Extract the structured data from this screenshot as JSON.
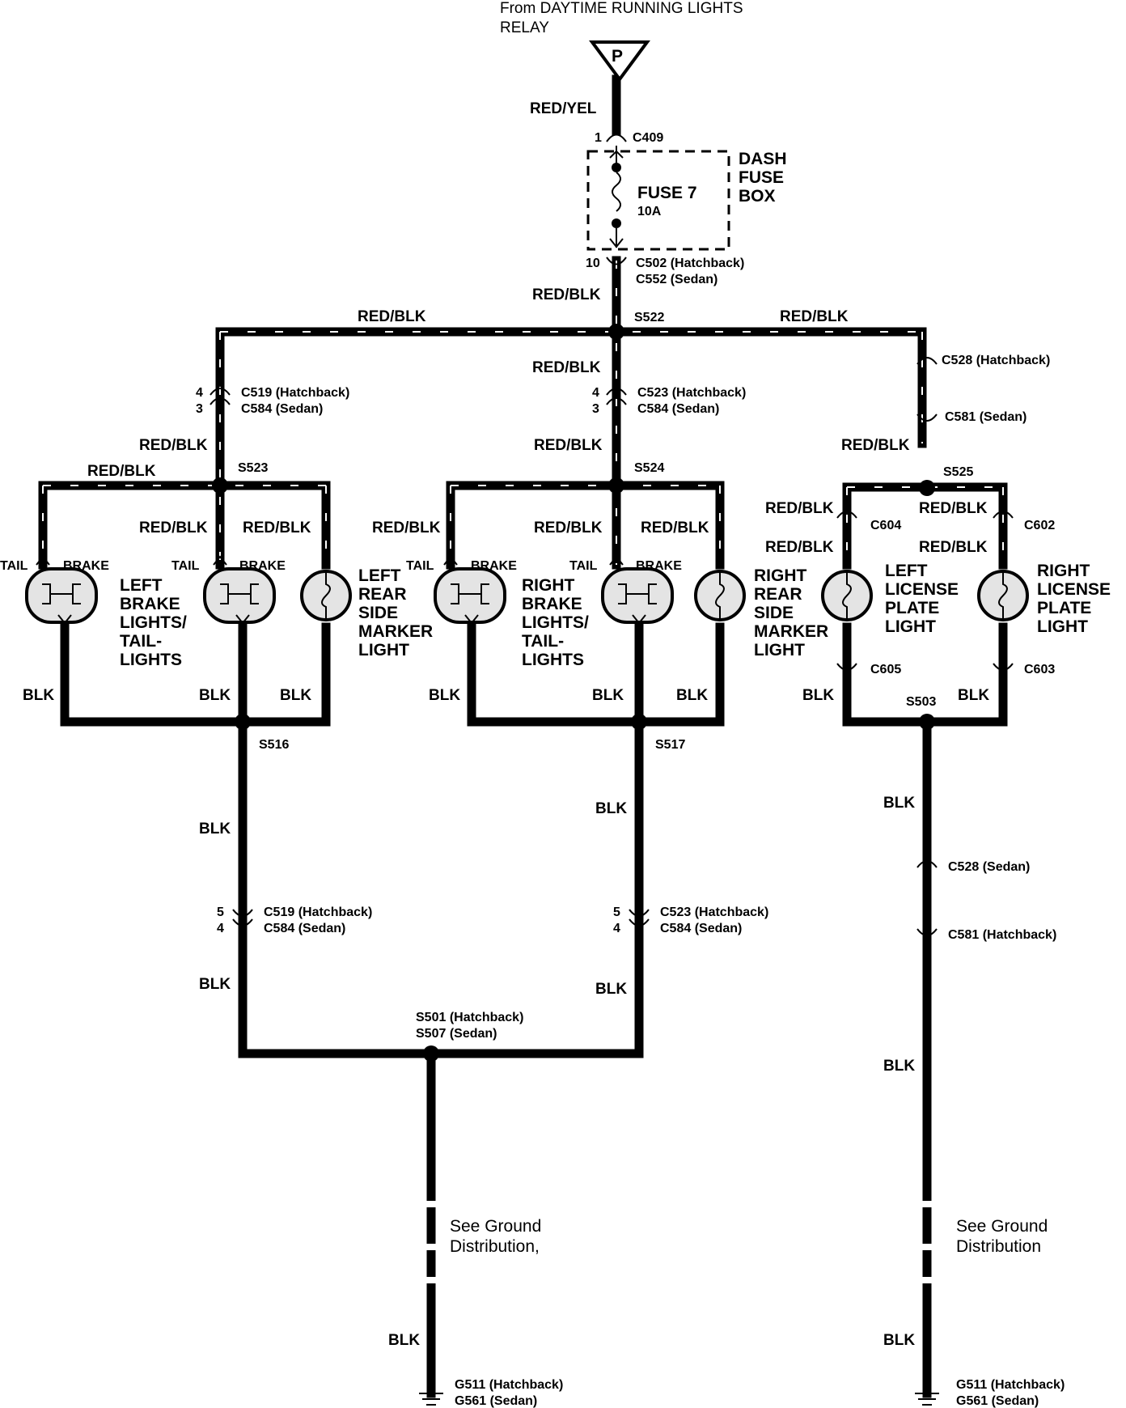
{
  "source": {
    "line1": "From DAYTIME RUNNING LIGHTS",
    "line2": "RELAY",
    "symbol": "P"
  },
  "fuse_box": {
    "fuse": "FUSE 7",
    "rating": "10A",
    "name1": "DASH",
    "name2": "FUSE",
    "name3": "BOX"
  },
  "connectors": {
    "c409": "C409",
    "c409_pin": "1",
    "c502": "C502 (Hatchback)",
    "c552": "C552 (Sedan)",
    "c502_pin": "10",
    "c519_top": "C519 (Hatchback)",
    "c584_left_top": "C584 (Sedan)",
    "c519_top_pin_a": "4",
    "c519_top_pin_b": "3",
    "c523_top": "C523 (Hatchback)",
    "c584_mid_top": "C584 (Sedan)",
    "c523_top_pin_a": "4",
    "c523_top_pin_b": "3",
    "c528_top": "C528 (Hatchback)",
    "c581_top": "C581 (Sedan)",
    "c604": "C604",
    "c602": "C602",
    "c605": "C605",
    "c603": "C603",
    "c519_bot": "C519 (Hatchback)",
    "c584_left_bot": "C584 (Sedan)",
    "c519_bot_pin_a": "5",
    "c519_bot_pin_b": "4",
    "c523_bot": "C523 (Hatchback)",
    "c584_mid_bot": "C584 (Sedan)",
    "c523_bot_pin_a": "5",
    "c523_bot_pin_b": "4",
    "c528_bot": "C528 (Sedan)",
    "c581_bot": "C581 (Hatchback)"
  },
  "splices": {
    "s522": "S522",
    "s523": "S523",
    "s524": "S524",
    "s525": "S525",
    "s516": "S516",
    "s517": "S517",
    "s503": "S503",
    "s501": "S501 (Hatchback)",
    "s507": "S507 (Sedan)"
  },
  "wires": {
    "red_yel": "RED/YEL",
    "red_blk": "RED/BLK",
    "blk": "BLK",
    "tail": "TAIL",
    "brake": "BRAKE"
  },
  "components": {
    "left_brake": [
      "LEFT",
      "BRAKE",
      "LIGHTS/",
      "TAIL-",
      "LIGHTS"
    ],
    "left_marker": [
      "LEFT",
      "REAR",
      "SIDE",
      "MARKER",
      "LIGHT"
    ],
    "right_brake": [
      "RIGHT",
      "BRAKE",
      "LIGHTS/",
      "TAIL-",
      "LIGHTS"
    ],
    "right_marker": [
      "RIGHT",
      "REAR",
      "SIDE",
      "MARKER",
      "LIGHT"
    ],
    "left_license": [
      "LEFT",
      "LICENSE",
      "PLATE",
      "LIGHT"
    ],
    "right_license": [
      "RIGHT",
      "LICENSE",
      "PLATE",
      "LIGHT"
    ]
  },
  "grounds": {
    "note_left_1": "See Ground",
    "note_left_2": "Distribution,",
    "note_right_1": "See Ground",
    "note_right_2": "Distribution",
    "g511": "G511 (Hatchback)",
    "g561": "G561 (Sedan)"
  }
}
